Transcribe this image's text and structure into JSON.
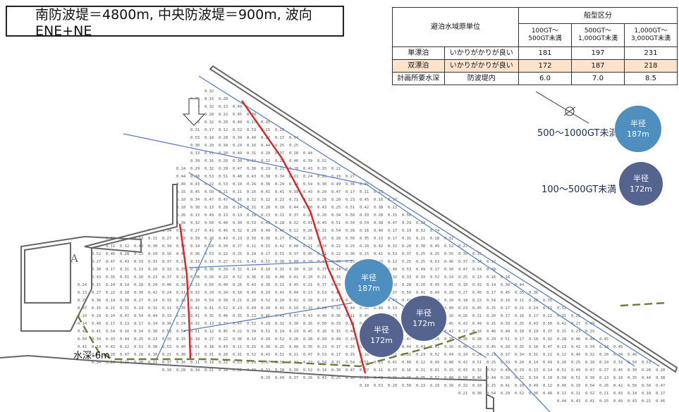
{
  "title": "南防波堤＝4800m, 中央防波堤＝900m,  波向ENE+NE",
  "table": {
    "corner": "避泊水域原単位",
    "group_header": "船型区分",
    "columns": [
      "100GT～\n500GT未満",
      "500GT～\n1,000GT未満",
      "1,000GT～\n3,000GT未満"
    ],
    "rows": [
      {
        "label": "単漂泊",
        "condition": "いかりがかりが良い",
        "values": [
          "181",
          "197",
          "231"
        ],
        "highlight": false
      },
      {
        "label": "双漂泊",
        "condition": "いかりがかりが良い",
        "values": [
          "172",
          "187",
          "218"
        ],
        "highlight": true
      },
      {
        "label": "計画所要水深",
        "condition": "防波堤内",
        "values": [
          "6.0",
          "7.0",
          "8.5"
        ],
        "highlight": false
      }
    ]
  },
  "legend": [
    {
      "label": "500～1000GT未満",
      "circle_top": "半径",
      "circle_bottom": "187m",
      "color": "#4f8fc0"
    },
    {
      "label": "100～500GT未満",
      "circle_top": "半径",
      "circle_bottom": "172m",
      "color": "#55648f"
    }
  ],
  "map_circles": [
    {
      "top": "半径",
      "bottom": "187m",
      "color": "#4f8fc0"
    },
    {
      "top": "半径",
      "bottom": "172m",
      "color": "#55648f"
    },
    {
      "top": "半径",
      "bottom": "172m",
      "color": "#55648f"
    }
  ],
  "depth_label": "水深-6m",
  "area_label": "A",
  "colors": {
    "breakwater": "#666666",
    "red_line": "#e02020",
    "blue_line": "#5b7fbf",
    "dashed_contour": "#6b7a3a",
    "number_grid": "#555555"
  }
}
